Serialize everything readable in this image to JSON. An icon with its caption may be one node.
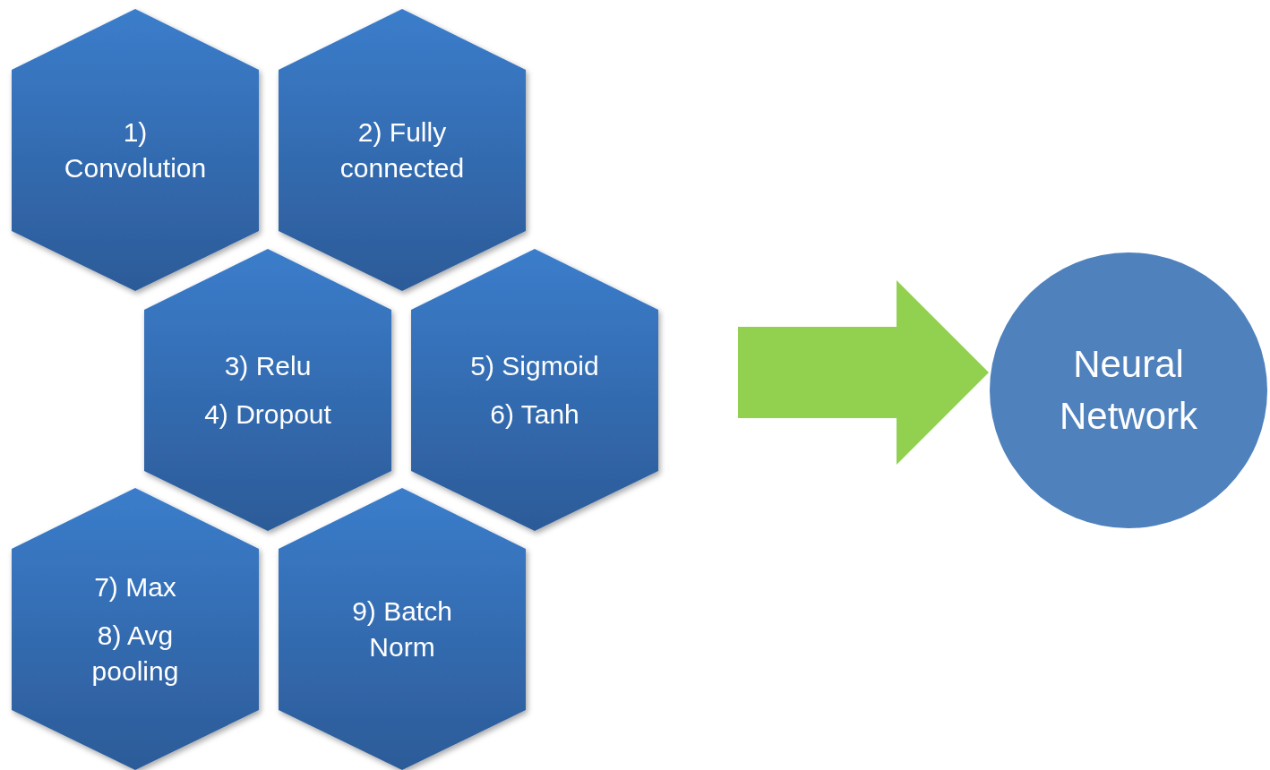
{
  "diagram": {
    "nodes": [
      {
        "text": [
          "1) Convolution"
        ]
      },
      {
        "text": [
          "2) Fully connected"
        ]
      },
      {
        "text": [
          "3) Relu",
          "4) Dropout"
        ]
      },
      {
        "text": [
          "5) Sigmoid",
          "6) Tanh"
        ]
      },
      {
        "text": [
          "7) Max",
          "8) Avg pooling"
        ]
      },
      {
        "text": [
          "9) Batch Norm"
        ]
      },
      {
        "text": [
          "Neural Network"
        ]
      }
    ],
    "edges": [
      {
        "from": null,
        "to": 6,
        "arrow": "to",
        "style": "thick",
        "color": "#92d050"
      }
    ]
  }
}
